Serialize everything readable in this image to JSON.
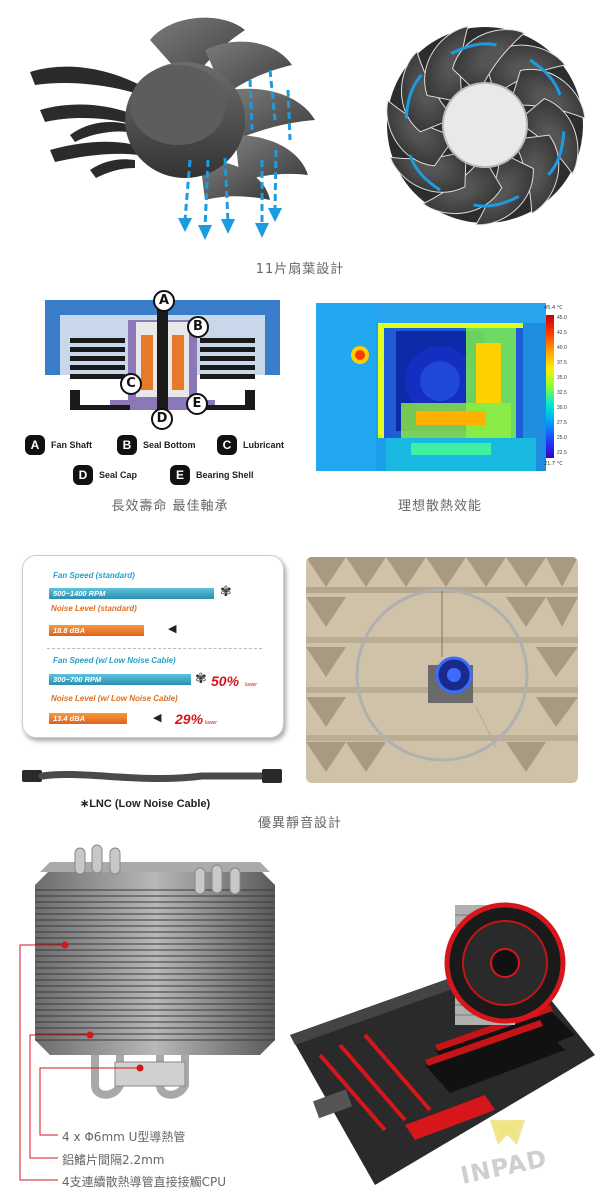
{
  "sections": {
    "fan_blade": {
      "caption": "11片扇葉設計"
    },
    "bearing": {
      "caption": "長效壽命 最佳軸承",
      "diagram_letters": [
        "A",
        "B",
        "C",
        "D",
        "E"
      ],
      "legend": [
        {
          "letter": "A",
          "label": "Fan Shaft"
        },
        {
          "letter": "B",
          "label": "Seal Bottom"
        },
        {
          "letter": "C",
          "label": "Lubricant"
        },
        {
          "letter": "D",
          "label": "Seal Cap"
        },
        {
          "letter": "E",
          "label": "Bearing Shell"
        }
      ]
    },
    "thermal": {
      "caption": "理想散熱效能",
      "scale_max": "45.4 °C",
      "scale_min": "21.7 °C",
      "scale_ticks": [
        "45.0",
        "42.5",
        "40.0",
        "37.5",
        "35.0",
        "32.5",
        "30.0",
        "27.5",
        "25.0",
        "22.5"
      ]
    },
    "noise": {
      "caption": "優異靜音設計",
      "fan_speed_standard_title": "Fan Speed (standard)",
      "fan_speed_standard_value": "500~1400 RPM",
      "noise_level_standard_title": "Noise Level (standard)",
      "noise_level_standard_value": "18.8 dBA",
      "fan_speed_lnc_title": "Fan Speed (w/ Low Noise Cable)",
      "fan_speed_lnc_value": "300~700 RPM",
      "fan_speed_lnc_pct": "50%",
      "noise_level_lnc_title": "Noise Level (w/ Low Noise Cable)",
      "noise_level_lnc_value": "13.4 dBA",
      "noise_level_lnc_pct": "29%",
      "lower_word": "lower",
      "lnc_label": "∗LNC (Low Noise Cable)"
    },
    "heatsink": {
      "specs": [
        "4 x  Φ6mm U型導熱管",
        "鋁鰭片間隔2.2mm",
        "4支連續散熱導管直接接觸CPU"
      ]
    },
    "watermark": {
      "text": "INPAD"
    }
  },
  "colors": {
    "caption_gray": "#666666",
    "accent_blue": "#1c9be0",
    "bar_blue": "#2a8fb0",
    "bar_orange": "#e0621c",
    "percent_red": "#d7161c",
    "fan_red": "#d7161c"
  }
}
